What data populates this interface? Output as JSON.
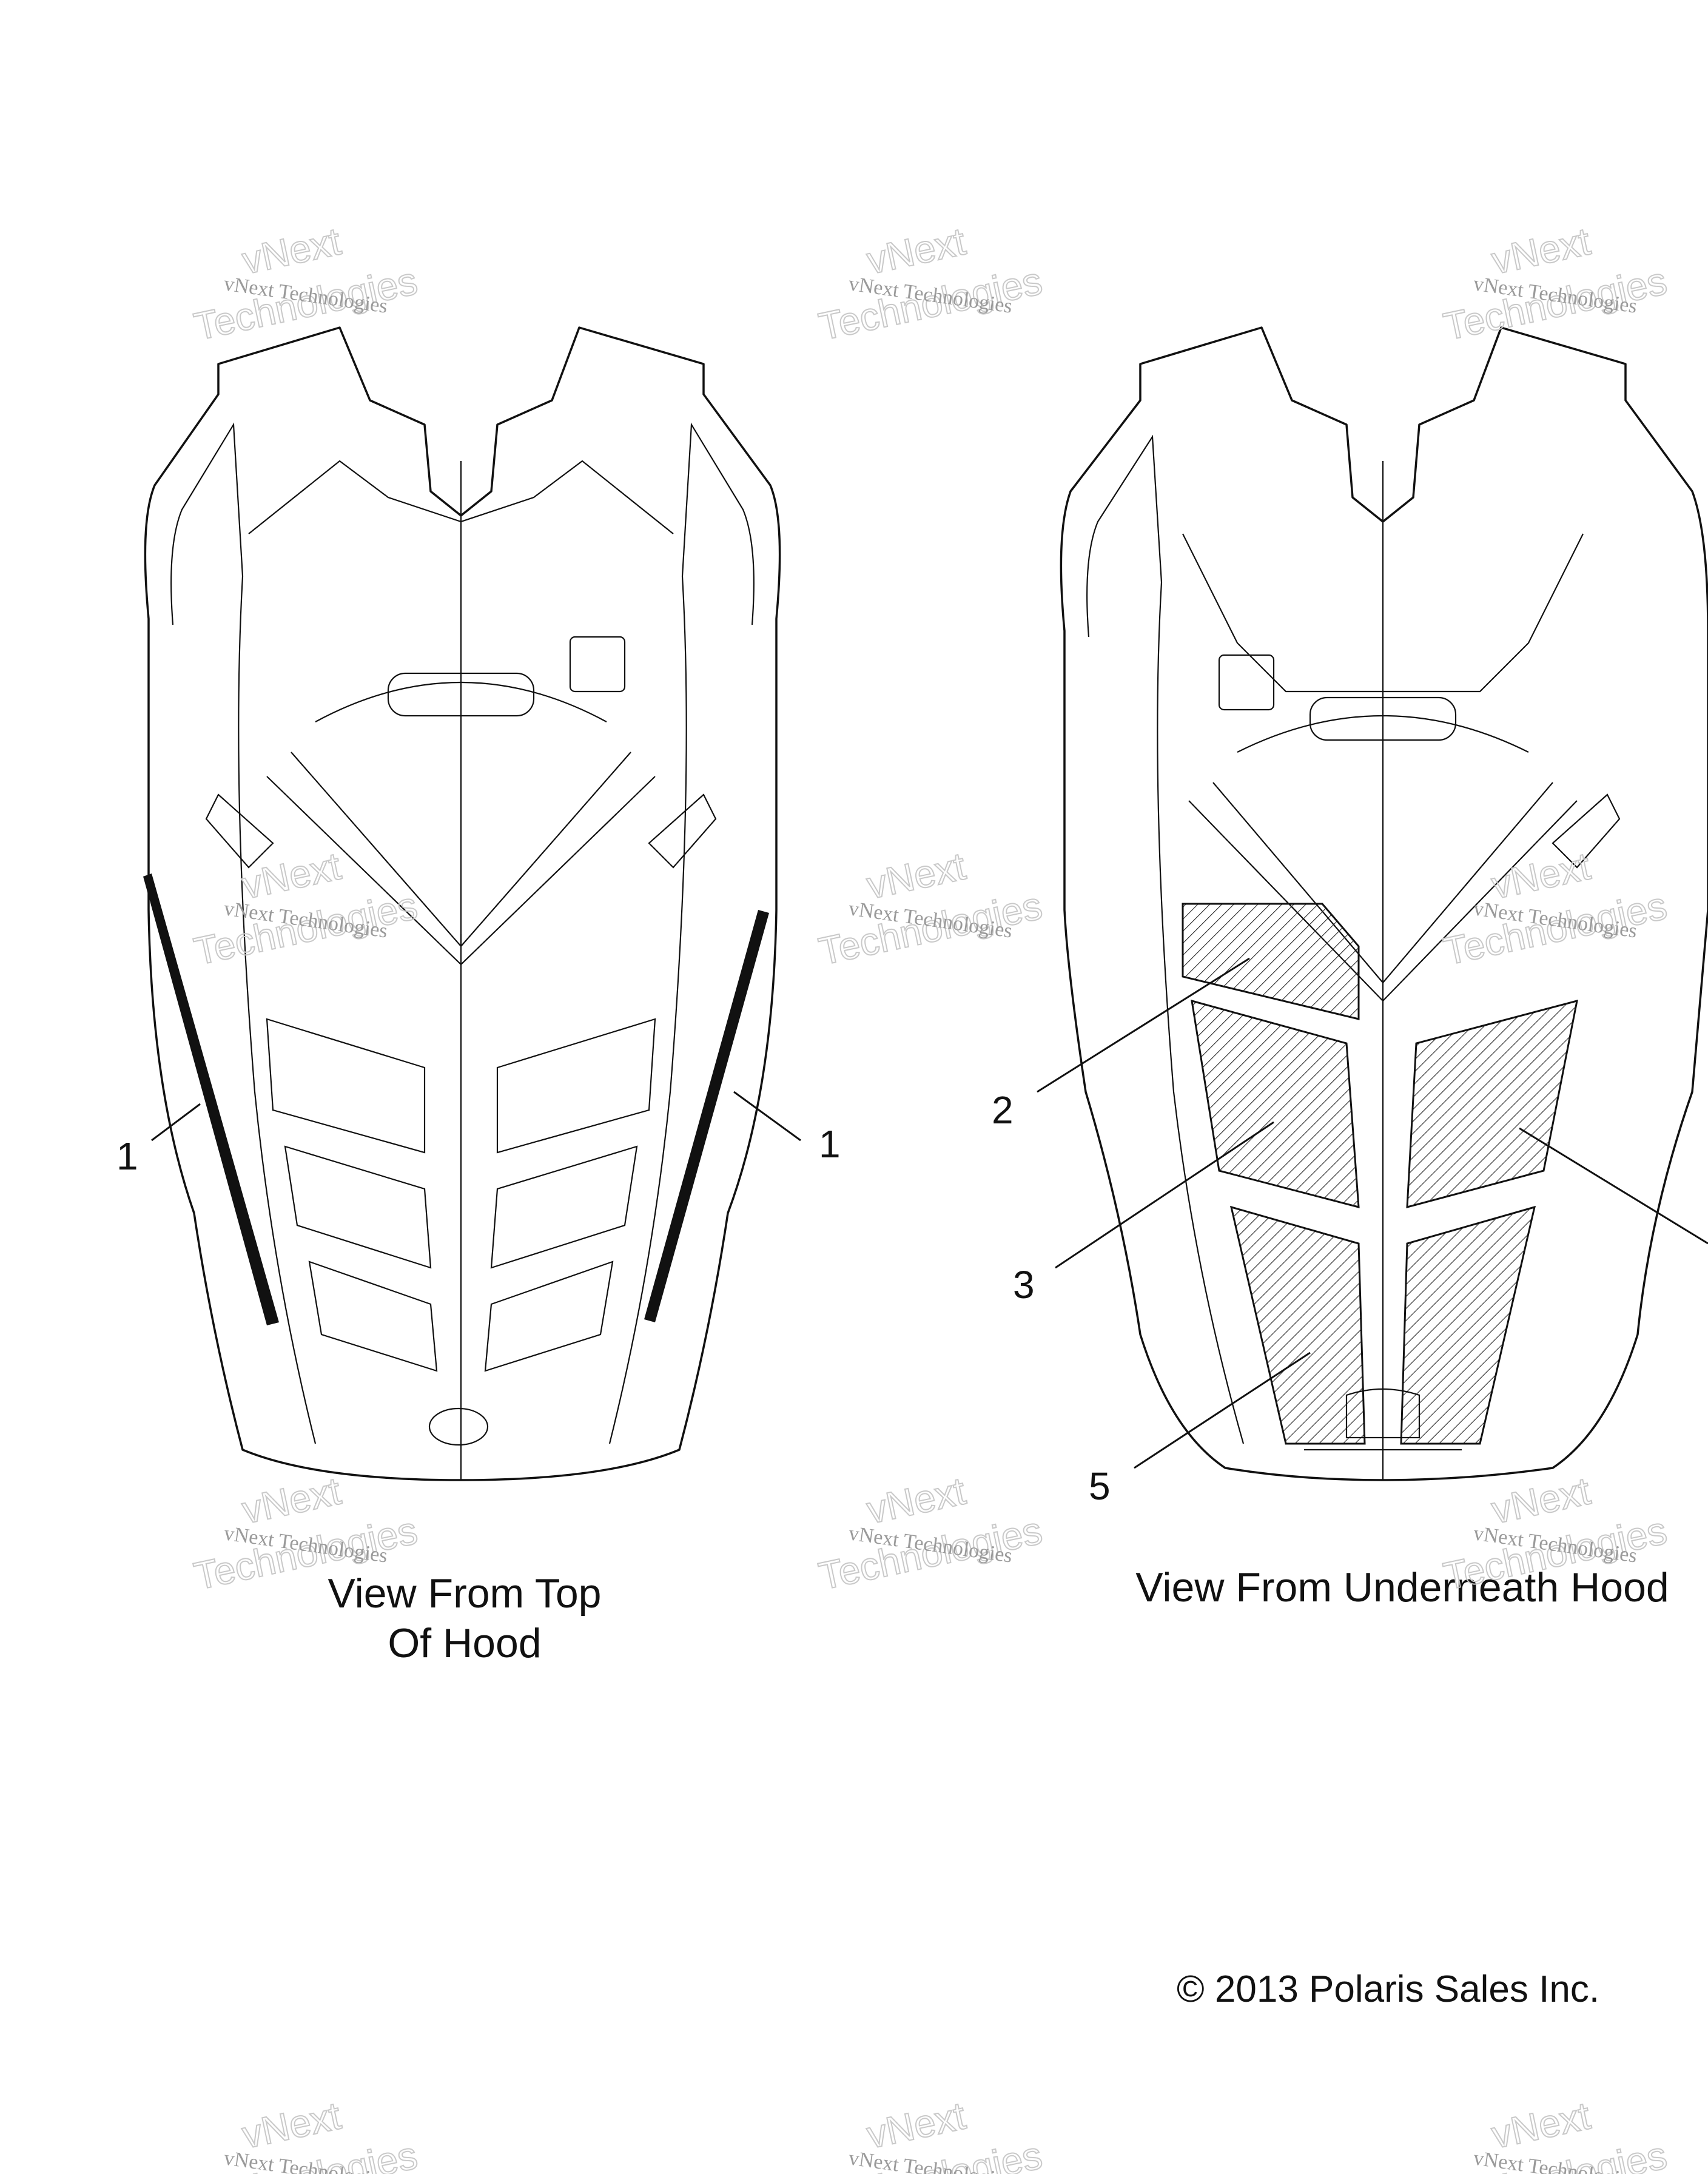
{
  "watermark": {
    "small": "vNext Technologies",
    "big_line1": "vNext",
    "big_line2": "Technologies"
  },
  "views": {
    "top": {
      "caption_line1": "View From Top",
      "caption_line2": "Of Hood"
    },
    "underneath": {
      "caption": "View From Underneath Hood"
    }
  },
  "callouts": {
    "left_1": "1",
    "right_1": "1",
    "item_2": "2",
    "item_3": "3",
    "item_5": "5"
  },
  "copyright": "© 2013 Polaris Sales Inc."
}
